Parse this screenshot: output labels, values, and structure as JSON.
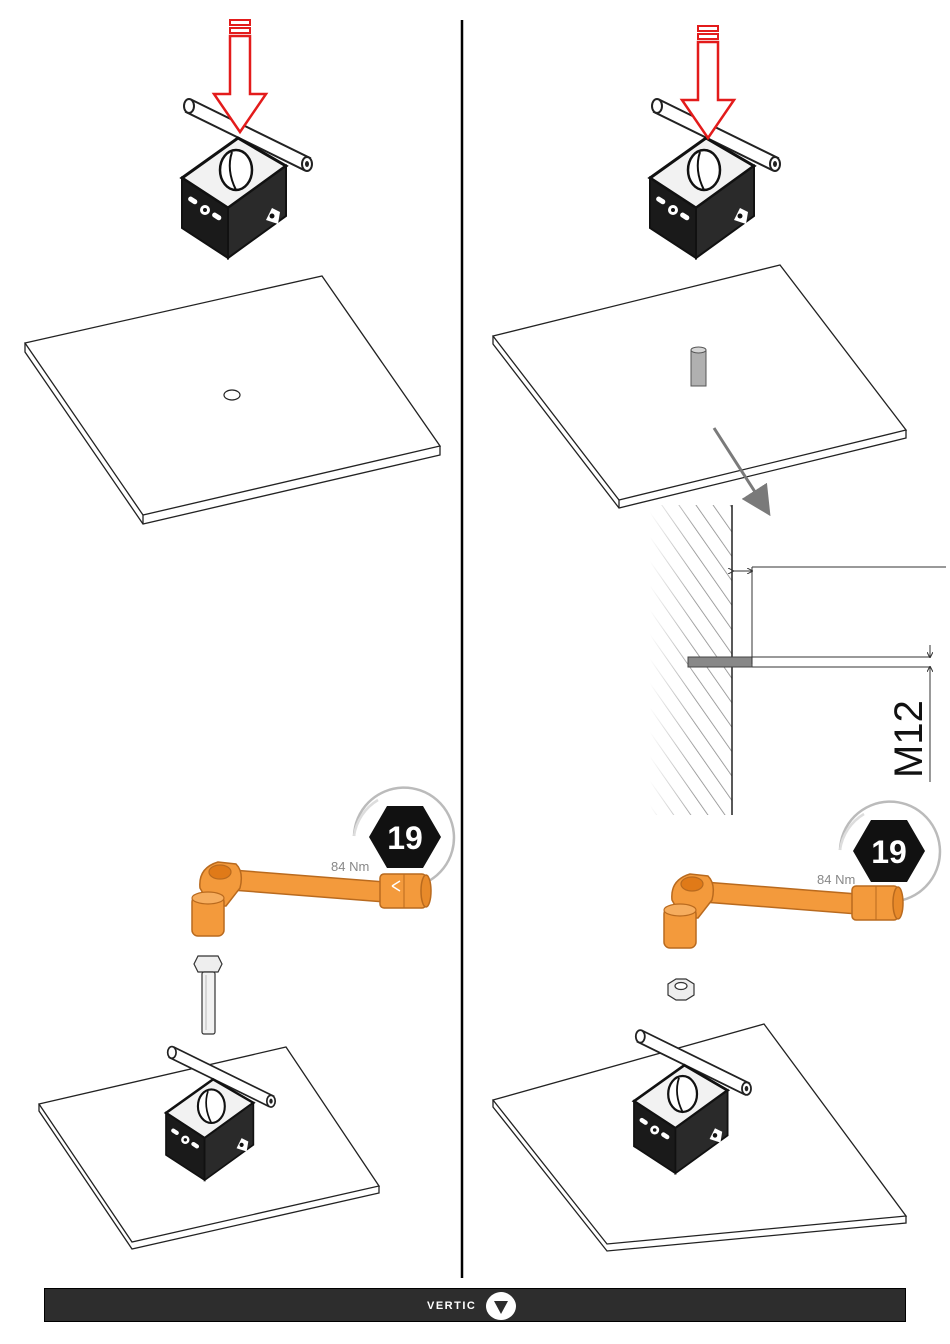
{
  "panels": {
    "left": {
      "wrench_size": "19",
      "torque_label": "84 Nm"
    },
    "right": {
      "wrench_size": "19",
      "torque_label": "84 Nm",
      "thread_label": "M12"
    }
  },
  "footer": {
    "brand_name": "VERTIC"
  },
  "colors": {
    "arrow_red": "#e31b1b",
    "wrench_orange": "#f39a3c",
    "hex_badge": "#111111",
    "footer_bar": "#2d2d2d"
  }
}
